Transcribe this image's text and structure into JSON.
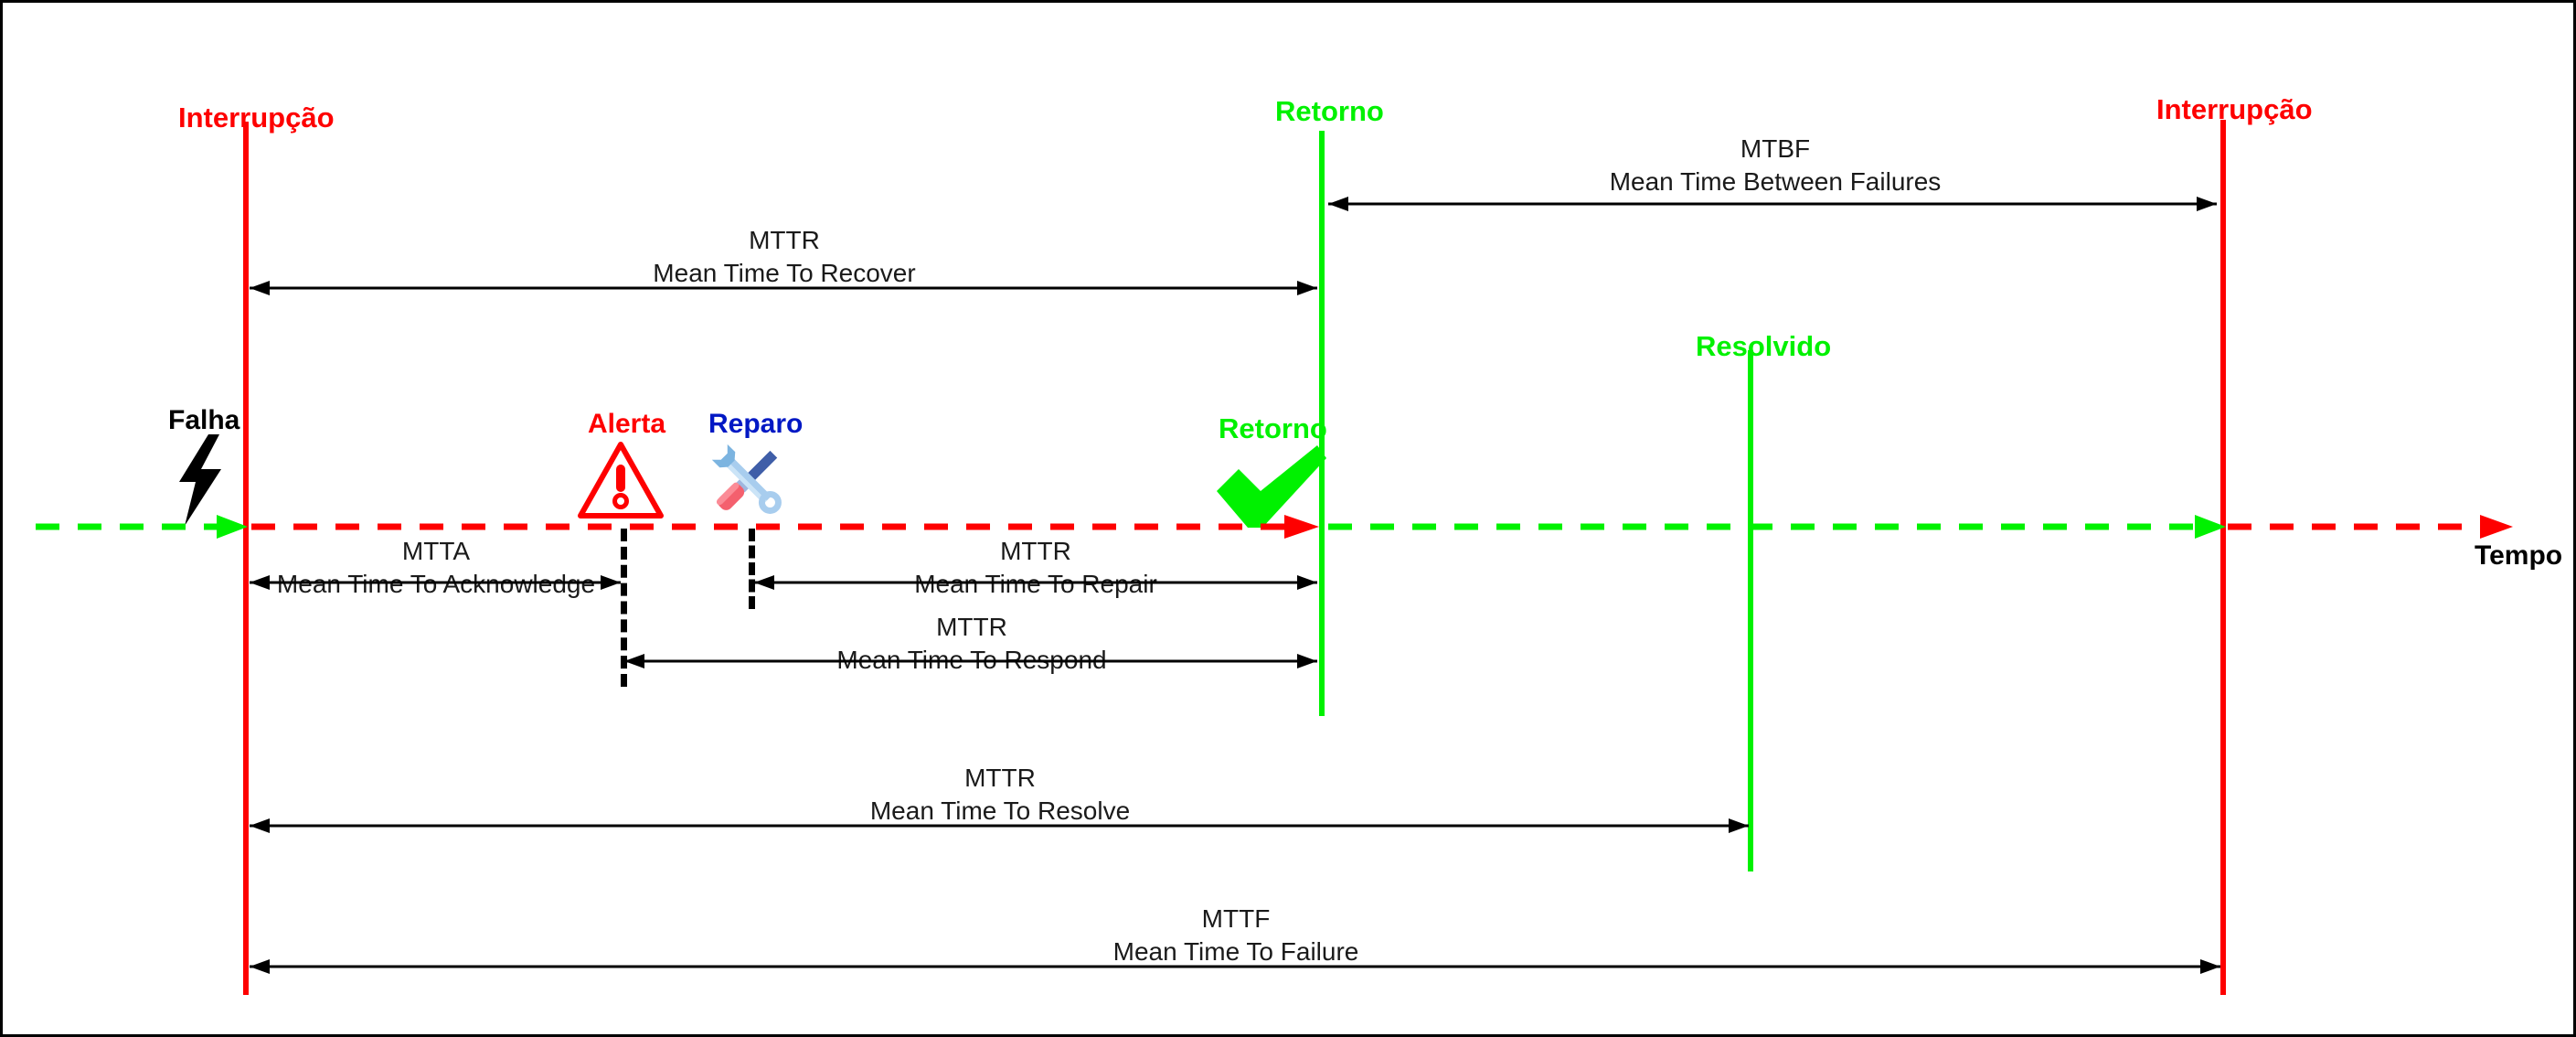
{
  "diagram": {
    "title": "Incident lifecycle timeline with MTTA, MTTR, MTBF, MTTF metrics",
    "axis_label": "Tempo",
    "colors": {
      "failure": "#fe0000",
      "recovered": "#00f100",
      "repair": "#0018c4",
      "text": "#1a1a1a",
      "border": "#000000"
    },
    "events": [
      {
        "id": "interrupcao-1",
        "label": "Interrupção",
        "color": "red",
        "icon": "none"
      },
      {
        "id": "falha",
        "label": "Falha",
        "color": "black",
        "icon": "lightning-bolt-icon"
      },
      {
        "id": "alerta",
        "label": "Alerta",
        "color": "red",
        "icon": "warning-triangle-icon"
      },
      {
        "id": "reparo",
        "label": "Reparo",
        "color": "blue",
        "icon": "wrench-screwdriver-icon"
      },
      {
        "id": "retorno-check",
        "label": "Retorno",
        "color": "green",
        "icon": "checkmark-icon"
      },
      {
        "id": "retorno-top",
        "label": "Retorno",
        "color": "green",
        "icon": "none"
      },
      {
        "id": "resolvido",
        "label": "Resolvido",
        "color": "green",
        "icon": "none"
      },
      {
        "id": "interrupcao-2",
        "label": "Interrupção",
        "color": "red",
        "icon": "none"
      }
    ],
    "measures": [
      {
        "id": "mtbf",
        "abbr": "MTBF",
        "full": "Mean Time Between Failures"
      },
      {
        "id": "mttr-recover",
        "abbr": "MTTR",
        "full": "Mean Time To Recover"
      },
      {
        "id": "mtta",
        "abbr": "MTTA",
        "full": "Mean Time To Acknowledge"
      },
      {
        "id": "mttr-repair",
        "abbr": "MTTR",
        "full": "Mean Time To Repair"
      },
      {
        "id": "mttr-respond",
        "abbr": "MTTR",
        "full": "Mean Time To Respond"
      },
      {
        "id": "mttr-resolve",
        "abbr": "MTTR",
        "full": "Mean Time To Resolve"
      },
      {
        "id": "mttf",
        "abbr": "MTTF",
        "full": "Mean Time To Failure"
      }
    ]
  }
}
